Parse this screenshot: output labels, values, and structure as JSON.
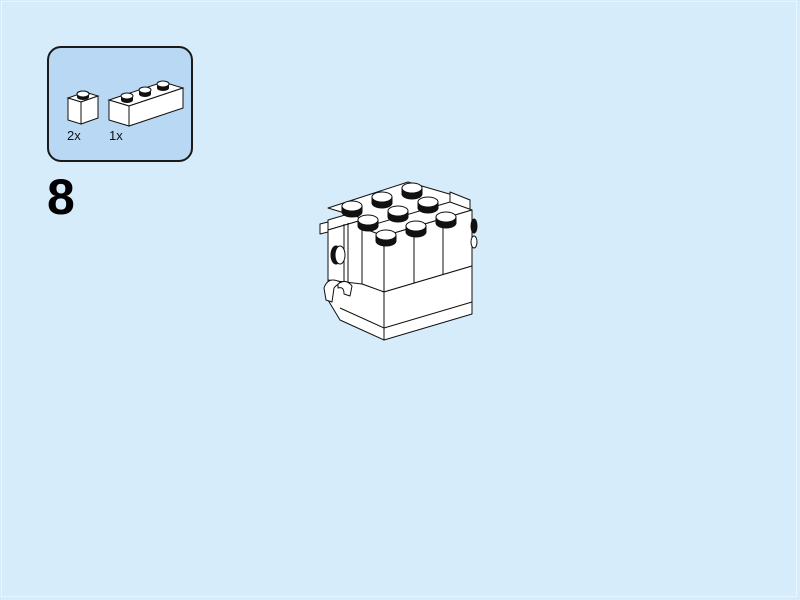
{
  "page": {
    "background_color": "#d6ecfb",
    "callout_color": "#b8d8f3"
  },
  "parts_list": {
    "items": [
      {
        "name": "brick-1x1",
        "quantity": "2x",
        "icon": "brick-1x1-icon"
      },
      {
        "name": "brick-1x3",
        "quantity": "1x",
        "icon": "brick-1x3-icon"
      }
    ]
  },
  "step": {
    "number": "8"
  },
  "model": {
    "description": "assembled brick build with 3x3 studs on top"
  }
}
